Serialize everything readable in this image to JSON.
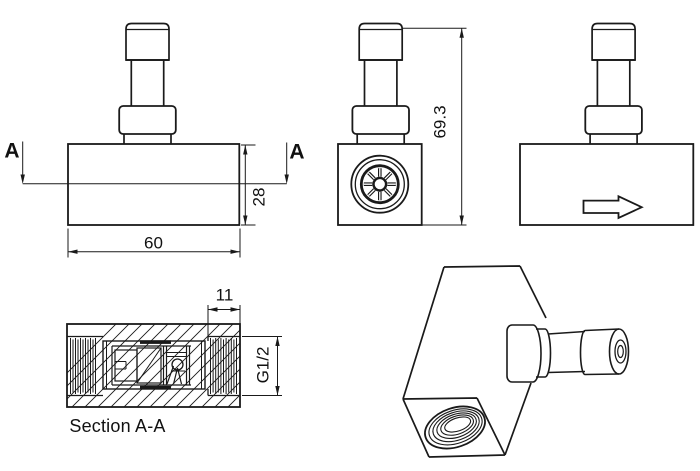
{
  "colors": {
    "line": "#1a1a1a",
    "background": "#ffffff"
  },
  "labels": {
    "marker_a_left": "A",
    "marker_a_right": "A",
    "dim_body_height": "28",
    "dim_body_width": "60",
    "dim_overall_height": "69.3",
    "dim_port_depth": "11",
    "dim_thread_size": "G1/2",
    "section_label": "Section A-A"
  },
  "icons": {
    "flow_arrow": "flow-direction-arrow",
    "turbine_face": "turbine-rotor-face",
    "threads": "internal-thread-section"
  }
}
